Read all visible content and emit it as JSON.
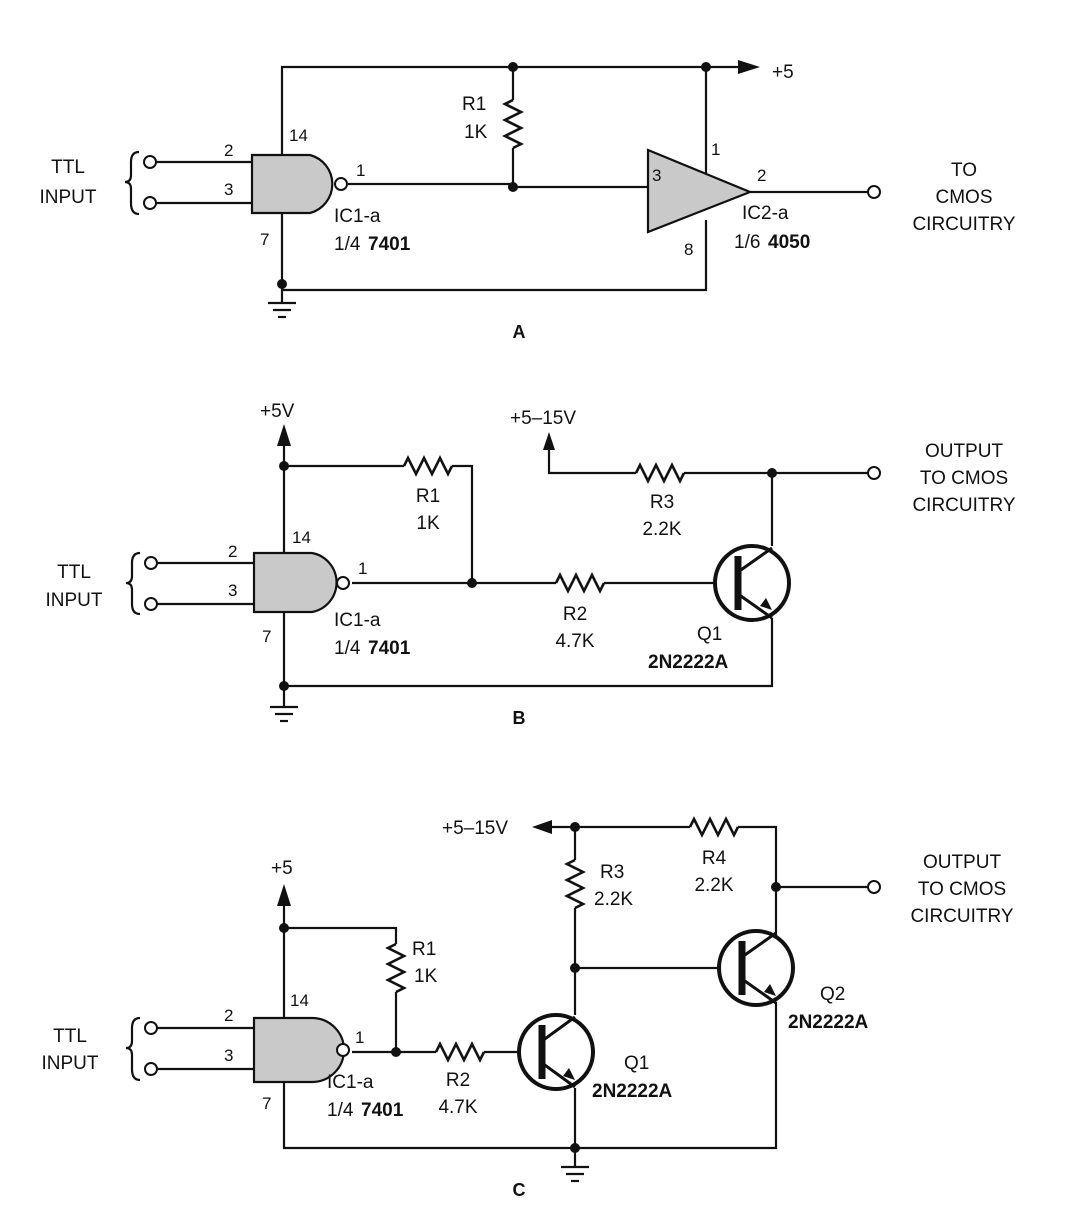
{
  "diagram_a": {
    "caption": "A",
    "input_label_1": "TTL",
    "input_label_2": "INPUT",
    "gate_pin_in1": "2",
    "gate_pin_in2": "3",
    "gate_pin_vcc": "14",
    "gate_pin_gnd": "7",
    "gate_pin_out": "1",
    "gate_ref": "IC1-a",
    "gate_part_prefix": "1/4",
    "gate_part": "7401",
    "r1_name": "R1",
    "r1_value": "1K",
    "supply_label": "+5",
    "buffer_pin_in": "3",
    "buffer_pin_vcc": "1",
    "buffer_pin_out": "2",
    "buffer_pin_gnd": "8",
    "buffer_ref": "IC2-a",
    "buffer_part_prefix": "1/6",
    "buffer_part": "4050",
    "output_label_1": "TO",
    "output_label_2": "CMOS",
    "output_label_3": "CIRCUITRY"
  },
  "diagram_b": {
    "caption": "B",
    "input_label_1": "TTL",
    "input_label_2": "INPUT",
    "supply_label": "+5V",
    "gate_pin_in1": "2",
    "gate_pin_in2": "3",
    "gate_pin_vcc": "14",
    "gate_pin_gnd": "7",
    "gate_pin_out": "1",
    "gate_ref": "IC1-a",
    "gate_part_prefix": "1/4",
    "gate_part": "7401",
    "r1_name": "R1",
    "r1_value": "1K",
    "r2_name": "R2",
    "r2_value": "4.7K",
    "r3_name": "R3",
    "r3_value": "2.2K",
    "supply2_label": "+5–15V",
    "q1_name": "Q1",
    "q1_part": "2N2222A",
    "output_label_1": "OUTPUT",
    "output_label_2": "TO CMOS",
    "output_label_3": "CIRCUITRY"
  },
  "diagram_c": {
    "caption": "C",
    "input_label_1": "TTL",
    "input_label_2": "INPUT",
    "supply_label": "+5",
    "gate_pin_in1": "2",
    "gate_pin_in2": "3",
    "gate_pin_vcc": "14",
    "gate_pin_gnd": "7",
    "gate_pin_out": "1",
    "gate_ref": "IC1-a",
    "gate_part_prefix": "1/4",
    "gate_part": "7401",
    "r1_name": "R1",
    "r1_value": "1K",
    "r2_name": "R2",
    "r2_value": "4.7K",
    "r3_name": "R3",
    "r3_value": "2.2K",
    "r4_name": "R4",
    "r4_value": "2.2K",
    "supply2_label": "+5–15V",
    "q1_name": "Q1",
    "q1_part": "2N2222A",
    "q2_name": "Q2",
    "q2_part": "2N2222A",
    "output_label_1": "OUTPUT",
    "output_label_2": "TO CMOS",
    "output_label_3": "CIRCUITRY"
  }
}
